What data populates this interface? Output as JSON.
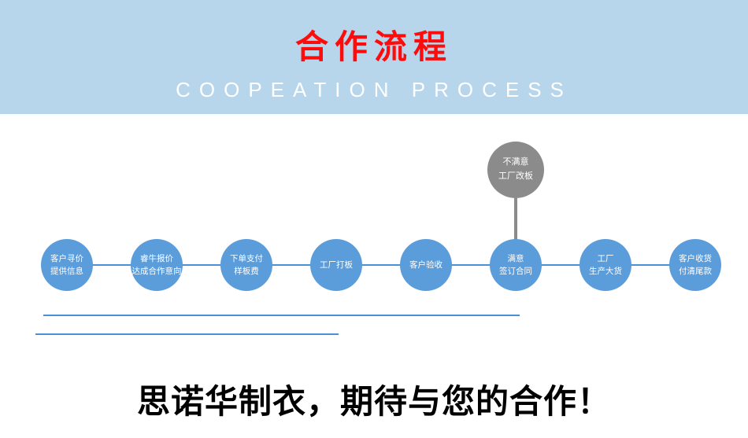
{
  "banner": {
    "title": "合作流程",
    "subtitle": "COOPEATION PROCESS"
  },
  "flow": {
    "steps": [
      {
        "lines": [
          "客户寻价",
          "提供信息"
        ]
      },
      {
        "lines": [
          "睿牛报价",
          "达成合作意向"
        ]
      },
      {
        "lines": [
          "下单支付",
          "样板费"
        ]
      },
      {
        "lines": [
          "工厂打板"
        ]
      },
      {
        "lines": [
          "客户验收"
        ]
      },
      {
        "lines": [
          "满意",
          "签订合同"
        ]
      },
      {
        "lines": [
          "工厂",
          "生产大货"
        ]
      },
      {
        "lines": [
          "客户收货",
          "付清尾款"
        ]
      }
    ],
    "branch": {
      "lines": [
        "不满意",
        "工厂改板"
      ]
    }
  },
  "footer": {
    "slogan": "思诺华制衣，期待与您的合作！"
  },
  "colors": {
    "banner_bg": "#b7d6ec",
    "title_red": "#fe0b0b",
    "subtitle_white": "#ffffff",
    "circle_blue": "#5b9cdb",
    "branch_gray": "#8b8b8b",
    "line_blue": "#4a90d9"
  }
}
